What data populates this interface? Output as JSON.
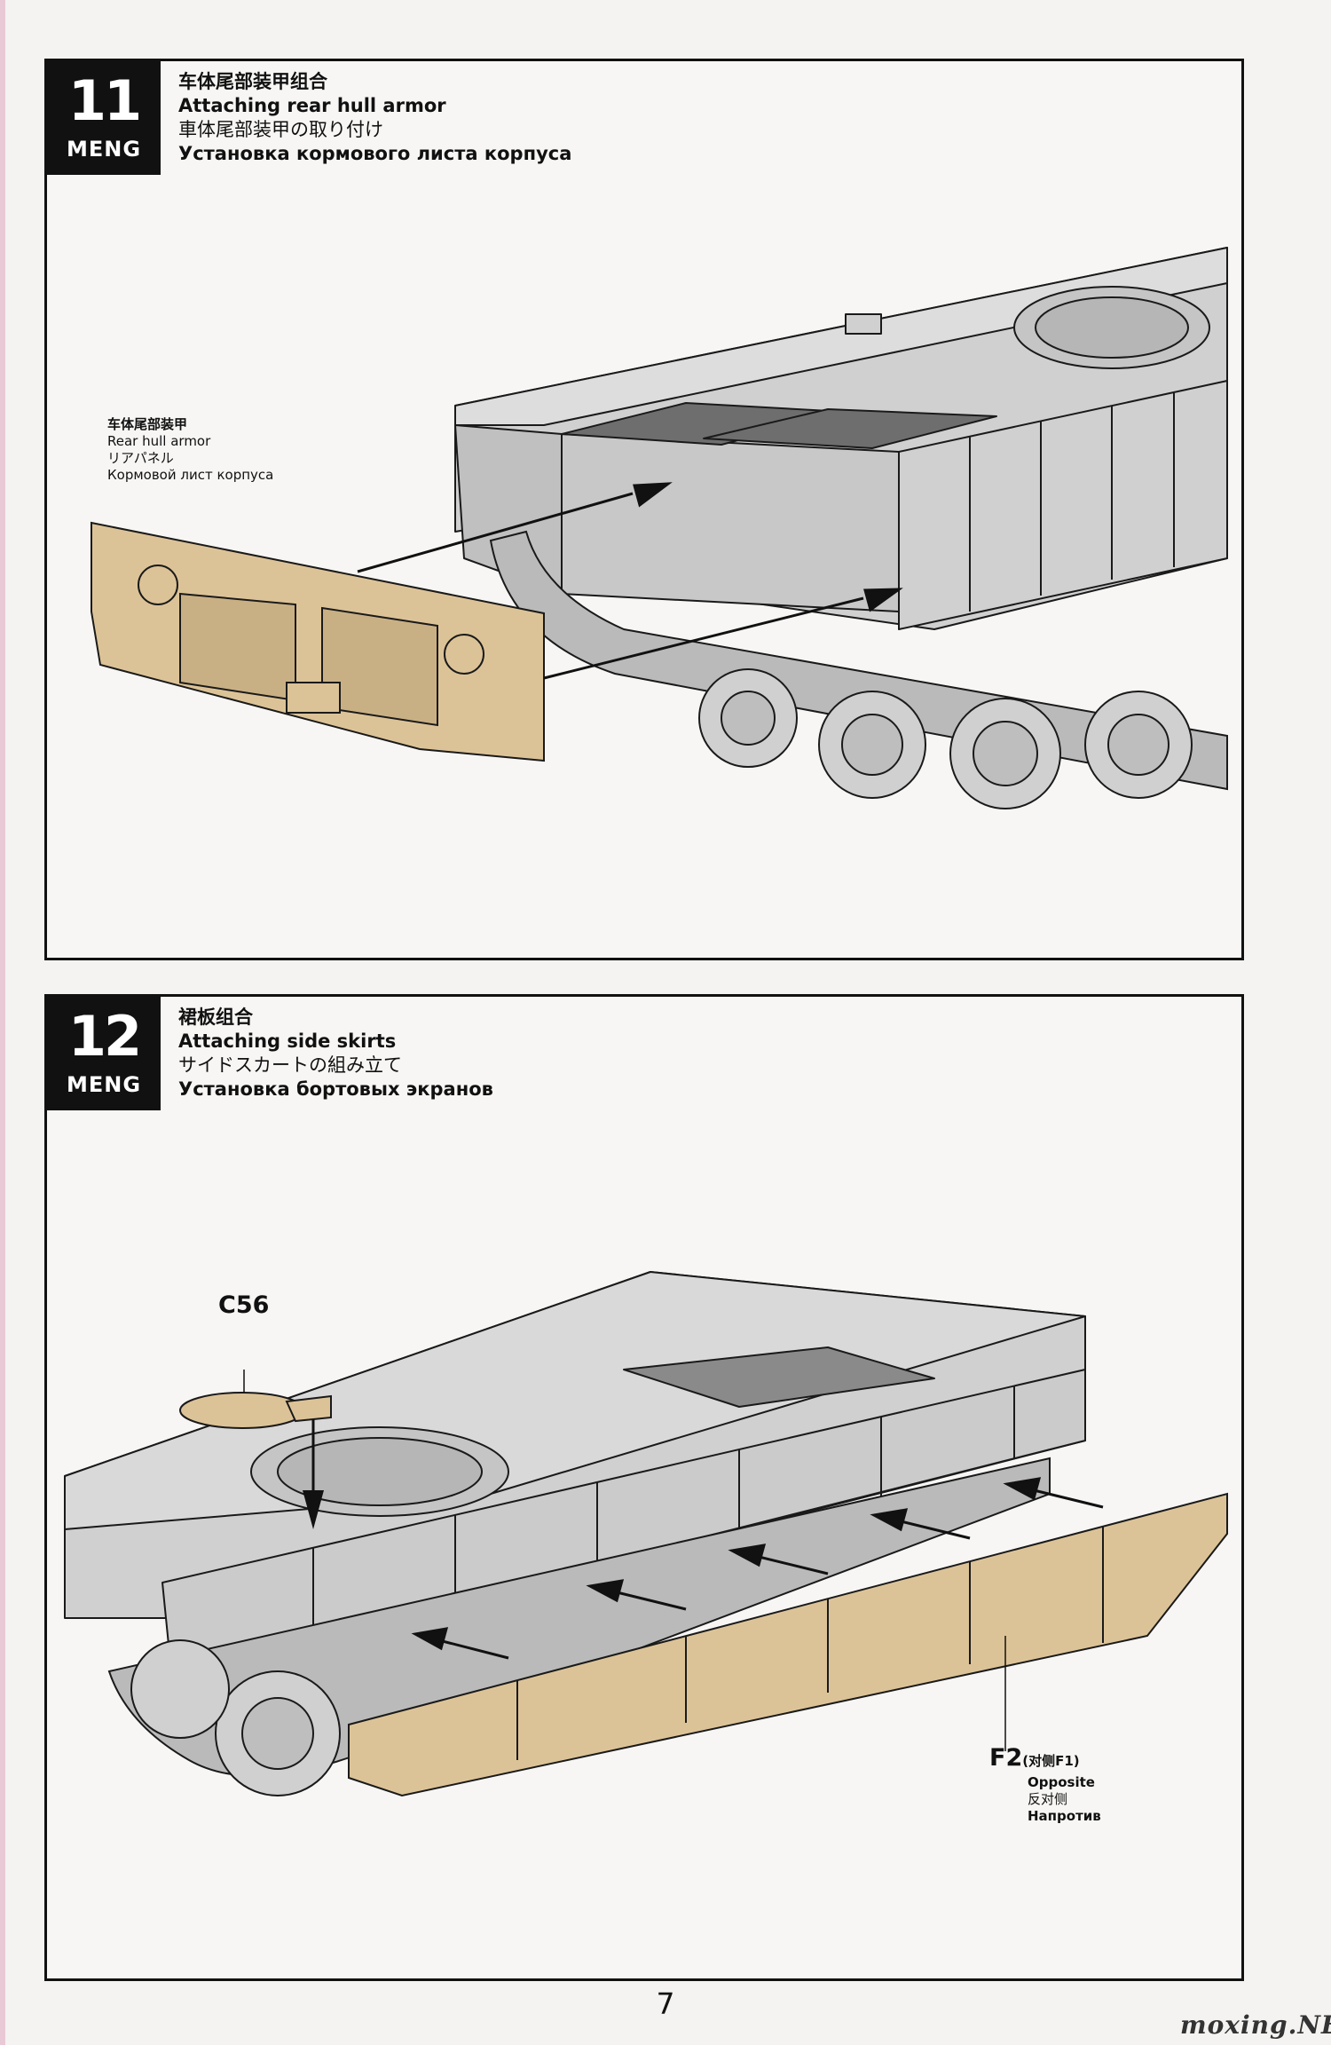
{
  "steps": [
    {
      "number": "11",
      "brand": "MENG",
      "title_zh": "车体尾部装甲组合",
      "title_en": "Attaching rear hull armor",
      "title_jp": "車体尾部装甲の取り付け",
      "title_ru": "Установка кормового листа корпуса",
      "callout": {
        "zh": "车体尾部装甲",
        "en": "Rear hull armor",
        "jp": "リアパネル",
        "ru": "Кормовой лист корпуса"
      }
    },
    {
      "number": "12",
      "brand": "MENG",
      "title_zh": "裙板组合",
      "title_en": "Attaching side skirts",
      "title_jp": "サイドスカートの組み立て",
      "title_ru": "Установка бортовых экранов",
      "part_c": "C56",
      "part_f": "F2",
      "part_f_note": "(对侧F1)",
      "opposite": {
        "en": "Opposite",
        "zh": "反对侧",
        "ru": "Напротив"
      }
    }
  ],
  "page_number": "7",
  "watermark": "moxing.NET",
  "colors": {
    "hull_grey": "#cfd0cf",
    "part_tan": "#dcc397",
    "line": "#1a1a1a"
  }
}
